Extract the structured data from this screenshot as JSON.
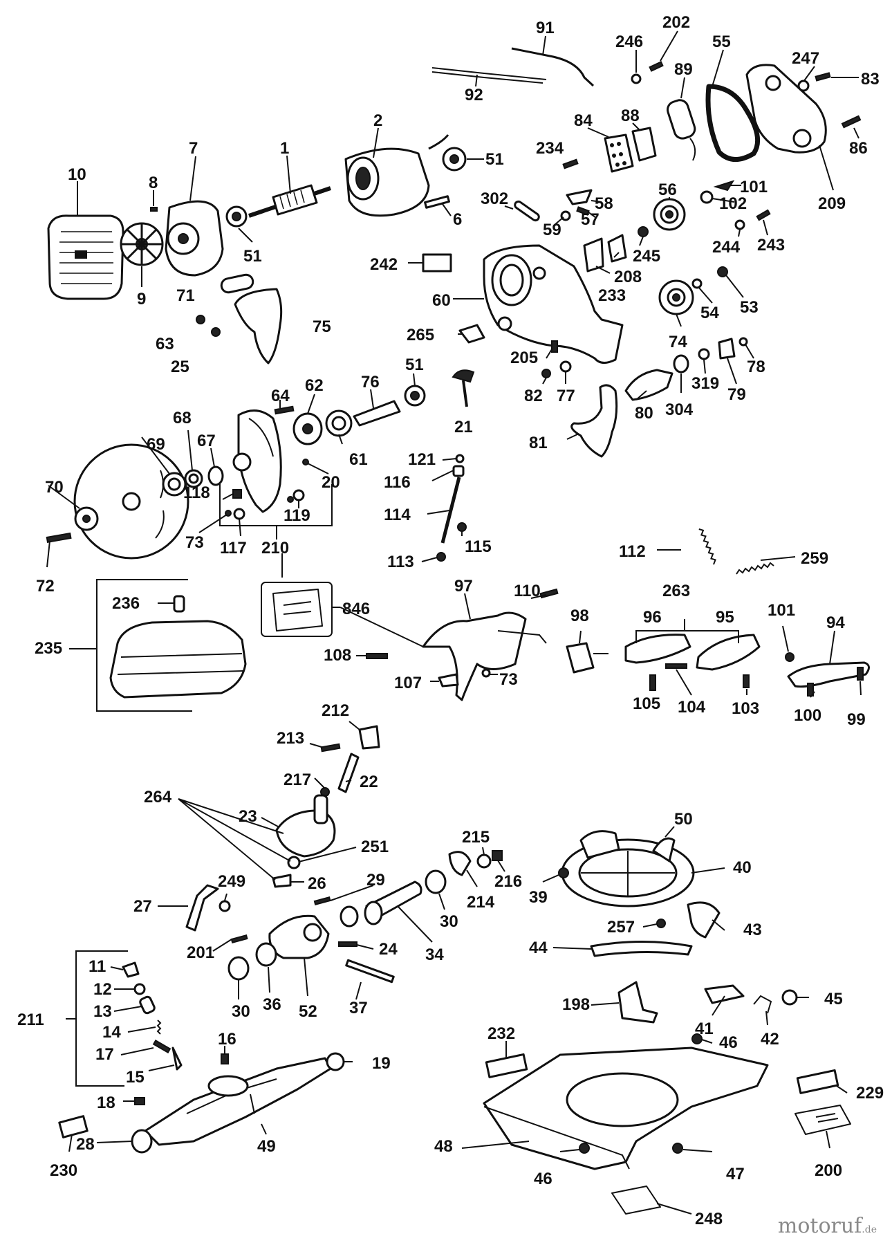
{
  "watermark": {
    "brand": "motoruf",
    "suffix": ".de"
  },
  "labels": {
    "l1": "1",
    "l2": "2",
    "l6": "6",
    "l7": "7",
    "l8": "8",
    "l9": "9",
    "l10": "10",
    "l11": "11",
    "l12": "12",
    "l13": "13",
    "l14": "14",
    "l15": "15",
    "l16": "16",
    "l17": "17",
    "l18": "18",
    "l19": "19",
    "l20": "20",
    "l21": "21",
    "l22": "22",
    "l23": "23",
    "l24": "24",
    "l25": "25",
    "l26": "26",
    "l27": "27",
    "l28": "28",
    "l29": "29",
    "l30a": "30",
    "l30b": "30",
    "l34": "34",
    "l36": "36",
    "l37": "37",
    "l39": "39",
    "l40": "40",
    "l41": "41",
    "l42": "42",
    "l43": "43",
    "l44": "44",
    "l45": "45",
    "l46a": "46",
    "l46b": "46",
    "l47": "47",
    "l48": "48",
    "l49": "49",
    "l50": "50",
    "l51a": "51",
    "l51b": "51",
    "l51c": "51",
    "l52": "52",
    "l53": "53",
    "l54": "54",
    "l55": "55",
    "l56": "56",
    "l57": "57",
    "l58": "58",
    "l59": "59",
    "l60": "60",
    "l61": "61",
    "l62": "62",
    "l63": "63",
    "l64": "64",
    "l67": "67",
    "l68": "68",
    "l69": "69",
    "l70": "70",
    "l71": "71",
    "l72": "72",
    "l73a": "73",
    "l73b": "73",
    "l74": "74",
    "l75": "75",
    "l76": "76",
    "l77": "77",
    "l78": "78",
    "l79": "79",
    "l80": "80",
    "l81": "81",
    "l82": "82",
    "l83": "83",
    "l84": "84",
    "l86": "86",
    "l88": "88",
    "l89": "89",
    "l91": "91",
    "l92": "92",
    "l94": "94",
    "l95": "95",
    "l96": "96",
    "l97": "97",
    "l98": "98",
    "l99": "99",
    "l100": "100",
    "l101a": "101",
    "l101b": "101",
    "l102": "102",
    "l103": "103",
    "l104": "104",
    "l105": "105",
    "l107": "107",
    "l108": "108",
    "l110": "110",
    "l112": "112",
    "l113": "113",
    "l114": "114",
    "l115": "115",
    "l116": "116",
    "l117": "117",
    "l118": "118",
    "l119": "119",
    "l121": "121",
    "l198": "198",
    "l200": "200",
    "l201": "201",
    "l202": "202",
    "l205": "205",
    "l208": "208",
    "l209": "209",
    "l210": "210",
    "l211": "211",
    "l212": "212",
    "l213": "213",
    "l214": "214",
    "l215": "215",
    "l216": "216",
    "l217": "217",
    "l229": "229",
    "l230": "230",
    "l232": "232",
    "l233": "233",
    "l234": "234",
    "l235": "235",
    "l236": "236",
    "l242": "242",
    "l243": "243",
    "l244": "244",
    "l245": "245",
    "l246": "246",
    "l247": "247",
    "l248": "248",
    "l249": "249",
    "l251": "251",
    "l257": "257",
    "l259": "259",
    "l263": "263",
    "l264": "264",
    "l265": "265",
    "l302": "302",
    "l304": "304",
    "l319": "319",
    "l846": "846"
  }
}
